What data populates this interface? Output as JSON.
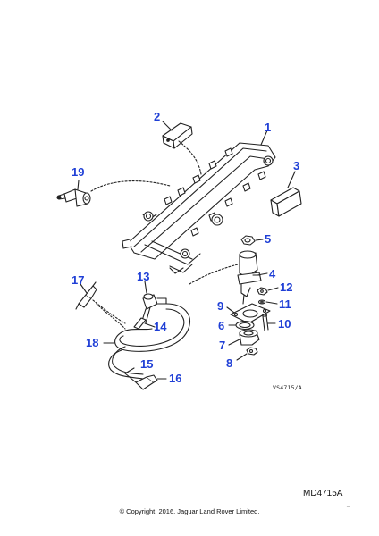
{
  "callouts": {
    "c1": "1",
    "c2": "2",
    "c3": "3",
    "c4": "4",
    "c5": "5",
    "c6": "6",
    "c7": "7",
    "c8": "8",
    "c9": "9",
    "c10": "10",
    "c11": "11",
    "c12": "12",
    "c13": "13",
    "c14": "14",
    "c15": "15",
    "c16": "16",
    "c17": "17",
    "c18": "18",
    "c19": "19"
  },
  "drawing_ref": "VS4715/A",
  "diagram_code": "MD4715A",
  "copyright": "© Copyright, 2016. Jaguar Land Rover Limited.",
  "corner_mark": "_",
  "colors": {
    "callout": "#1f3fd6",
    "line": "#222222"
  }
}
